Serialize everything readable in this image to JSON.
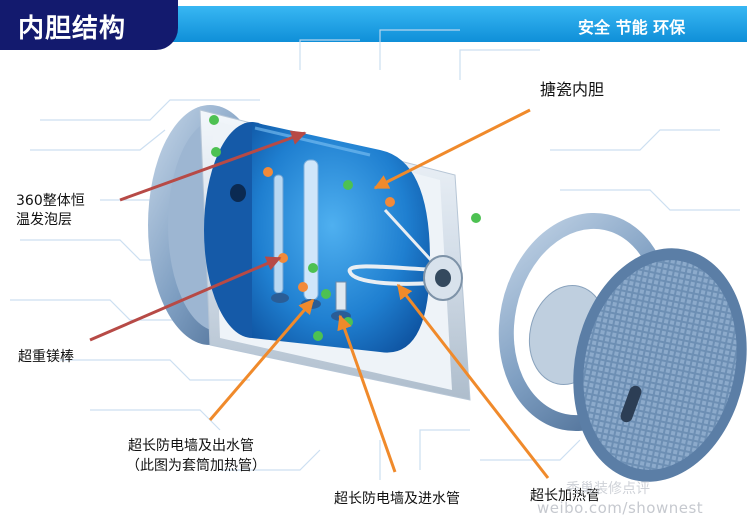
{
  "header": {
    "title": "内胆结构",
    "slogan": "安全 节能 环保"
  },
  "labels": {
    "enamel_tank": "搪瓷内胆",
    "foam_line1": "360整体恒",
    "foam_line2": "温发泡层",
    "magnesium_rod": "超重镁棒",
    "outlet_line1": "超长防电墙及出水管",
    "outlet_line2": "（此图为套筒加热管）",
    "inlet_pipe": "超长防电墙及进水管",
    "heating_tube": "超长加热管"
  },
  "watermark": {
    "line1": "秀巢装修点评",
    "line2": "weibo.com/shownest"
  },
  "colors": {
    "title_bg": "#131a6e",
    "header_bar": "#1aa2e6",
    "tank_blue": "#1f86d8",
    "shell": "#dfe7ef",
    "arrow_orange": "#f08a2b",
    "arrow_red": "#b74a46"
  }
}
